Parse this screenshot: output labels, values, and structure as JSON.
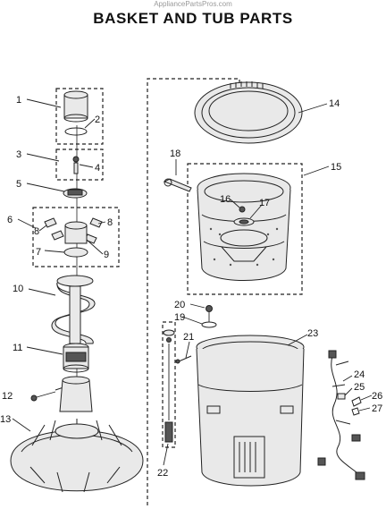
{
  "watermark": "AppliancePartsPros.com",
  "title": "BASKET AND TUB PARTS",
  "callouts": [
    {
      "id": "1",
      "label": "1"
    },
    {
      "id": "2",
      "label": "2"
    },
    {
      "id": "3",
      "label": "3"
    },
    {
      "id": "4",
      "label": "4"
    },
    {
      "id": "5",
      "label": "5"
    },
    {
      "id": "6",
      "label": "6"
    },
    {
      "id": "7",
      "label": "7"
    },
    {
      "id": "8a",
      "label": "8"
    },
    {
      "id": "8b",
      "label": "8"
    },
    {
      "id": "9",
      "label": "9"
    },
    {
      "id": "10",
      "label": "10"
    },
    {
      "id": "11",
      "label": "11"
    },
    {
      "id": "12",
      "label": "12"
    },
    {
      "id": "13",
      "label": "13"
    },
    {
      "id": "14",
      "label": "14"
    },
    {
      "id": "15",
      "label": "15"
    },
    {
      "id": "16",
      "label": "16"
    },
    {
      "id": "17",
      "label": "17"
    },
    {
      "id": "18",
      "label": "18"
    },
    {
      "id": "19",
      "label": "19"
    },
    {
      "id": "20",
      "label": "20"
    },
    {
      "id": "21",
      "label": "21"
    },
    {
      "id": "22",
      "label": "22"
    },
    {
      "id": "23",
      "label": "23"
    },
    {
      "id": "24",
      "label": "24"
    },
    {
      "id": "25",
      "label": "25"
    },
    {
      "id": "26",
      "label": "26"
    },
    {
      "id": "27",
      "label": "27"
    }
  ]
}
